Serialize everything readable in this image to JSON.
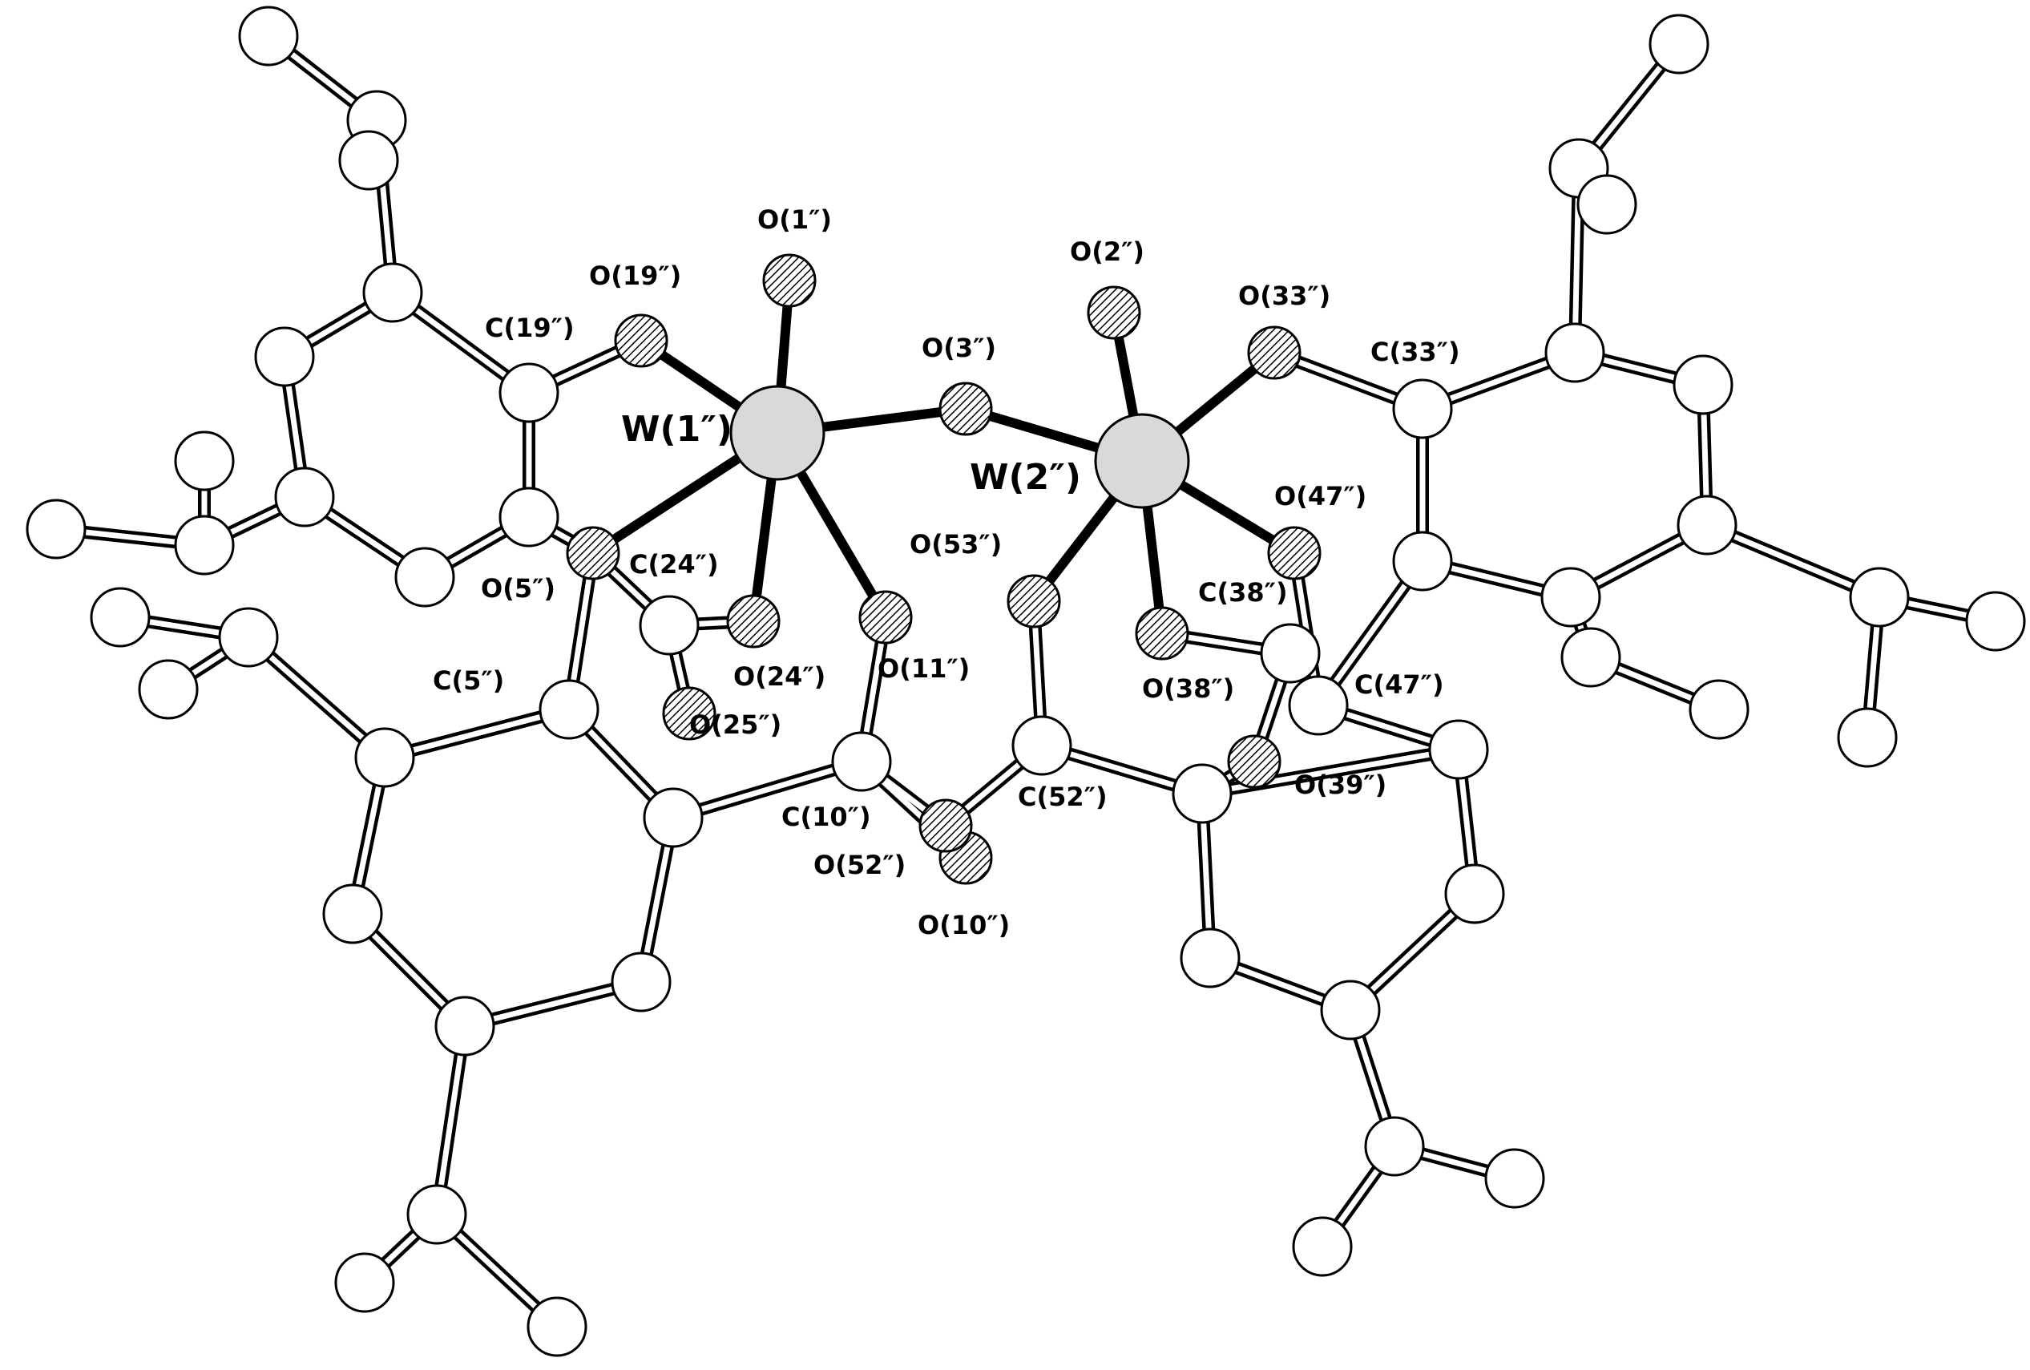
{
  "labels": {
    "W1": "W(1″)",
    "W2": "W(2″)",
    "O1": "O(1″)",
    "O2": "O(2″)",
    "O3": "O(3″)",
    "O19": "O(19″)",
    "C19": "C(19″)",
    "O33": "O(33″)",
    "C33": "C(33″)",
    "O47": "O(47″)",
    "O53": "O(53″)",
    "O5": "O(5″)",
    "C24": "C(24″)",
    "C38": "C(38″)",
    "C5": "C(5″)",
    "O24": "O(24″)",
    "O11": "O(11″)",
    "O38": "O(38″)",
    "C47": "C(47″)",
    "O25": "O(25″)",
    "C10": "C(10″)",
    "C52": "C(52″)",
    "O52": "O(52″)",
    "O39": "O(39″)",
    "O10": "O(10″)"
  }
}
